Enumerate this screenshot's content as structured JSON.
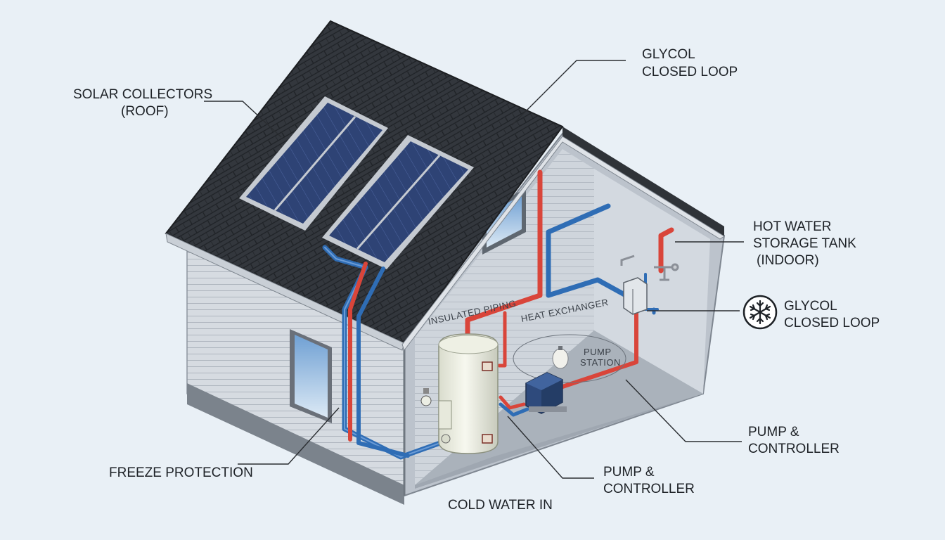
{
  "labels": {
    "solar_collectors_line1": "SOLAR COLLECTORS",
    "solar_collectors_line2": "(ROOF)",
    "glycol_top_line1": "GLYCOL",
    "glycol_top_line2": "CLOSED LOOP",
    "hot_water_line1": "HOT WATER",
    "hot_water_line2": "STORAGE TANK",
    "hot_water_line3": "(INDOOR)",
    "glycol_right_line1": "GLYCOL",
    "glycol_right_line2": "CLOSED LOOP",
    "pump_right_line1": "PUMP &",
    "pump_right_line2": "CONTROLLER",
    "pump_bottom_line1": "PUMP &",
    "pump_bottom_line2": "CONTROLLER",
    "freeze_protection": "FREEZE PROTECTION",
    "cold_water_in": "COLD WATER IN"
  },
  "inline_labels": {
    "insulated_piping": "INSULATED PIPING",
    "heat_exchanger": "HEAT EXCHANGER",
    "pump_station_line1": "PUMP",
    "pump_station_line2": "STATION"
  },
  "icons": {
    "snowflake": "snowflake-icon"
  },
  "colors": {
    "hot_pipe": "#d9453a",
    "cold_pipe": "#2f6db5",
    "solar_panel": "#2c3d6b",
    "roof": "#2d3036",
    "background": "#e9f0f6"
  }
}
